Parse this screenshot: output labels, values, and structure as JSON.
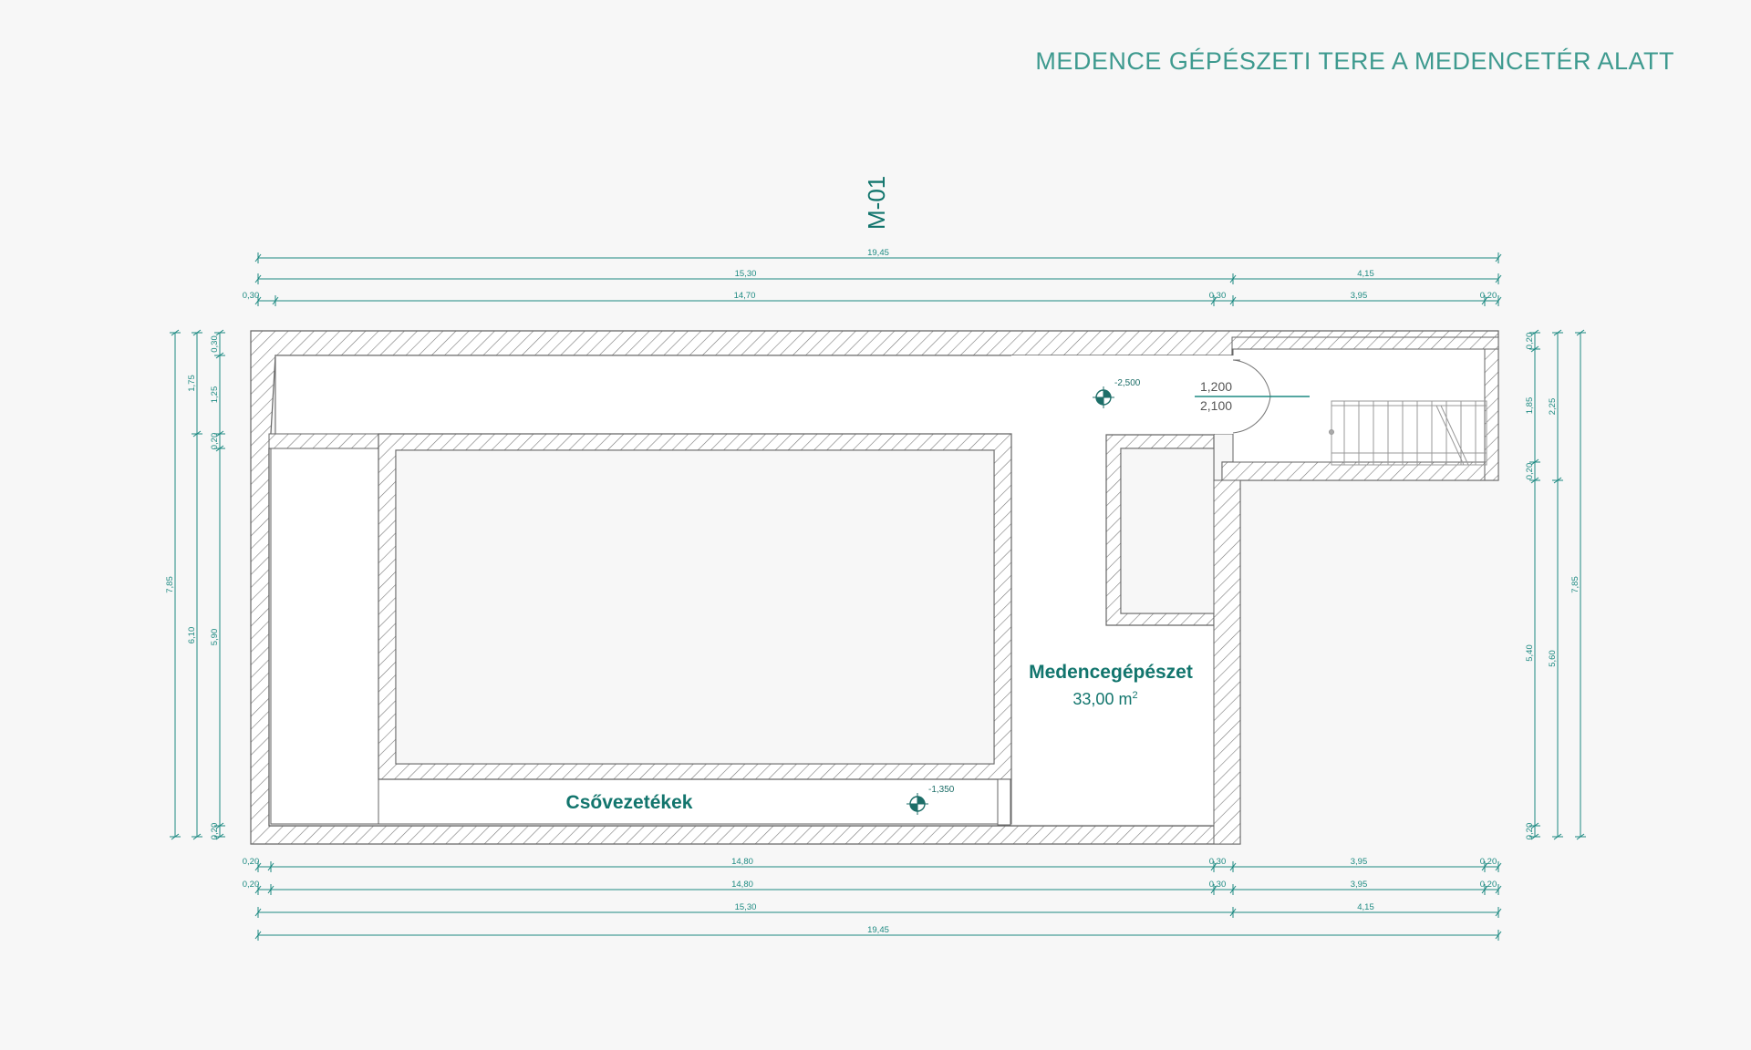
{
  "header": {
    "title": "MEDENCE GÉPÉSZETI TERE A MEDENCETÉR ALATT"
  },
  "section_mark": "M-01",
  "rooms": {
    "machinery": {
      "name": "Medencegépészet",
      "area": "33,00 m",
      "area_sup": "2"
    },
    "pipes": {
      "name": "Csővezetékek"
    }
  },
  "levels": {
    "upper": "-2,500",
    "lower": "-1,350"
  },
  "door": {
    "width": "1,200",
    "height": "2,100"
  },
  "dims": {
    "top": {
      "overall": "19,45",
      "left_part": "15,30",
      "right_part": "4,15",
      "wall_left": "0,30",
      "span_main": "14,70",
      "wall_mid": "0,30",
      "span_right": "3,95",
      "wall_right": "0,20"
    },
    "bottom1": {
      "wall_left": "0,20",
      "span_main": "14,80",
      "wall_mid": "0,30",
      "span_right": "3,95",
      "wall_right": "0,20"
    },
    "bottom2": {
      "wall_left": "0,20",
      "span_main": "14,80",
      "wall_mid": "0,30",
      "span_right": "3,95",
      "wall_right": "0,20"
    },
    "bottom3": {
      "left_part": "15,30",
      "right_part": "4,15"
    },
    "bottom4": {
      "overall": "19,45"
    },
    "left": {
      "overall": "7,85",
      "upper": "1,75",
      "lower": "6,10",
      "wall_top": "0,30",
      "corridor": "1,25",
      "wall_mid": "0,20",
      "main": "5,90",
      "wall_bottom": "0,20"
    },
    "right": {
      "wall_top": "0,20",
      "stair": "1,85",
      "wall_mid": "0,20",
      "main": "5,40",
      "wall_bottom": "0,20",
      "upper": "2,25",
      "lower": "5,60",
      "overall": "7,85"
    }
  }
}
